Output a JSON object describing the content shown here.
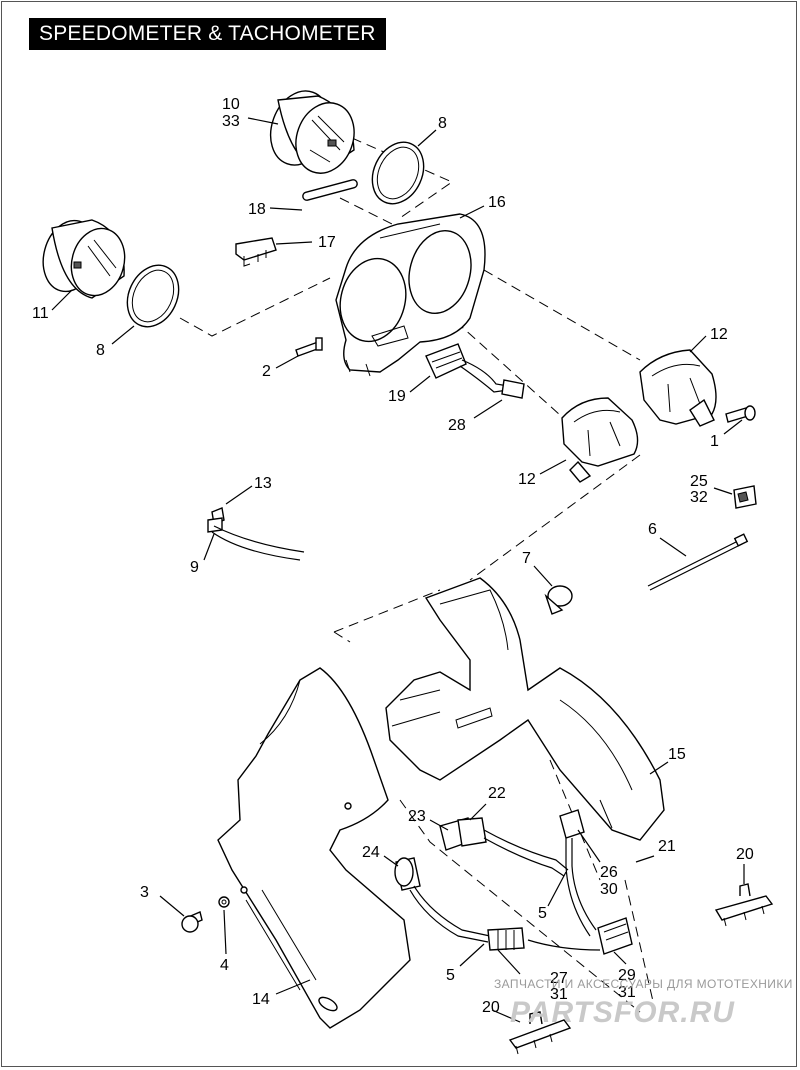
{
  "title": "SPEEDOMETER & TACHOMETER",
  "callouts": {
    "c1": "1",
    "c2": "2",
    "c3": "3",
    "c4": "4",
    "c5a": "5",
    "c5b": "5",
    "c6": "6",
    "c7": "7",
    "c8a": "8",
    "c8b": "8",
    "c9": "9",
    "c10": "10",
    "c33": "33",
    "c11": "11",
    "c12a": "12",
    "c12b": "12",
    "c13": "13",
    "c14": "14",
    "c15": "15",
    "c16": "16",
    "c17": "17",
    "c18": "18",
    "c19": "19",
    "c20a": "20",
    "c20b": "20",
    "c21": "21",
    "c22": "22",
    "c23": "23",
    "c24": "24",
    "c25": "25",
    "c32": "32",
    "c26": "26",
    "c30": "30",
    "c27": "27",
    "c31a": "31",
    "c28": "28",
    "c29": "29",
    "c31b": "31"
  },
  "watermark": {
    "tagline": "ЗАПЧАСТИ И АКСЕССУАРЫ ДЛЯ МОТОТЕХНИКИ",
    "logo": "PARTSFOR.RU"
  }
}
